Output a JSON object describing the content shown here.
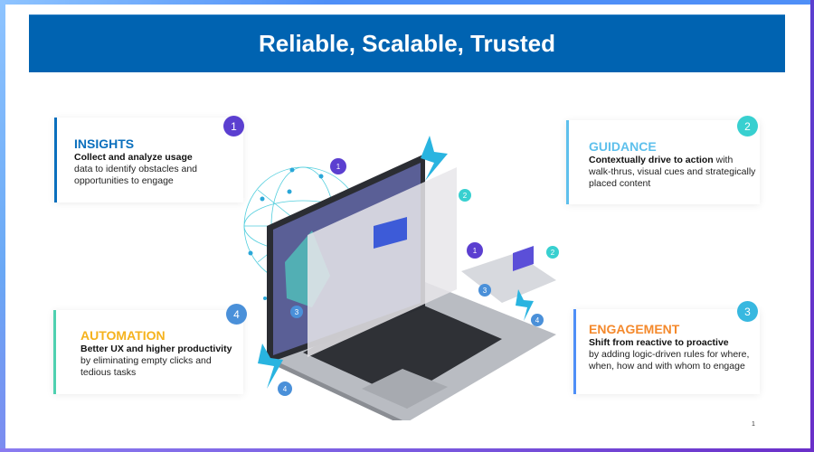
{
  "title": "Reliable, Scalable, Trusted",
  "cards": [
    {
      "number": "1",
      "heading": "INSIGHTS",
      "bold": "Collect and analyze usage",
      "text": "data to identify obstacles and opportunities to engage",
      "color": "#0a6fbd",
      "badge_color": "#5b3fd0",
      "bar_color": "#0a6fbd"
    },
    {
      "number": "2",
      "heading": "GUIDANCE",
      "bold": "Contextually drive to action",
      "text": " with walk-thrus, visual cues and strategically placed content",
      "color": "#5ec0ec",
      "badge_color": "#38d0d0",
      "bar_color": "#5ec0ec"
    },
    {
      "number": "3",
      "heading": "ENGAGEMENT",
      "bold": "Shift from reactive to proactive",
      "text": "by adding logic-driven rules for where, when, how and with whom to engage",
      "color": "#f4892c",
      "badge_color": "#38b8e0",
      "bar_color": "#4f8ff7"
    },
    {
      "number": "4",
      "heading": "AUTOMATION",
      "bold": "Better UX and higher productivity",
      "text": " by eliminating empty clicks and tedious tasks",
      "color": "#f5b21c",
      "badge_color": "#4a90d9",
      "bar_color": "#4fd1b0"
    }
  ],
  "illustration": {
    "markers": [
      "1",
      "2",
      "3",
      "4",
      "1",
      "2",
      "3",
      "4"
    ]
  },
  "page_number": "1"
}
